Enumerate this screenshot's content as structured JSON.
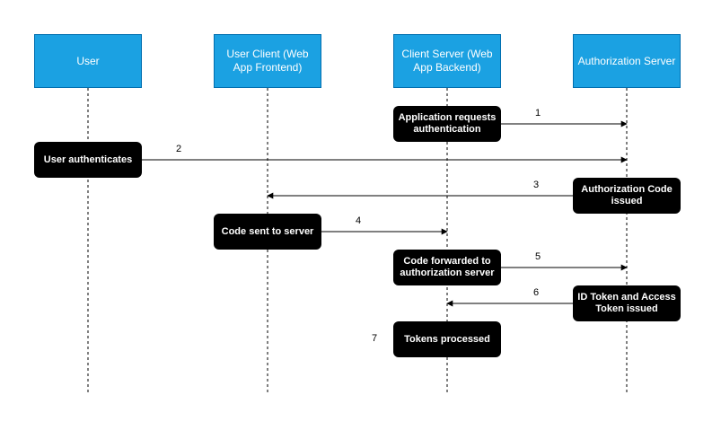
{
  "actors": [
    {
      "id": "user",
      "label": "User"
    },
    {
      "id": "client",
      "label": "User Client (Web App Frontend)"
    },
    {
      "id": "server",
      "label": "Client Server (Web App Backend)"
    },
    {
      "id": "auth",
      "label": "Authorization Server"
    }
  ],
  "steps": [
    {
      "num": "1",
      "label": "Application requests authentication",
      "box_on": "server",
      "from": "server",
      "to": "auth"
    },
    {
      "num": "2",
      "label": "User authenticates",
      "box_on": "user",
      "from": "user",
      "to": "auth"
    },
    {
      "num": "3",
      "label": "Authorization Code issued",
      "box_on": "auth",
      "from": "auth",
      "to": "client"
    },
    {
      "num": "4",
      "label": "Code sent to server",
      "box_on": "client",
      "from": "client",
      "to": "server"
    },
    {
      "num": "5",
      "label": "Code forwarded to authorization server",
      "box_on": "server",
      "from": "server",
      "to": "auth"
    },
    {
      "num": "6",
      "label": "ID Token and Access Token issued",
      "box_on": "auth",
      "from": "auth",
      "to": "server"
    },
    {
      "num": "7",
      "label": "Tokens processed",
      "box_on": "server",
      "from": null,
      "to": null
    }
  ],
  "colors": {
    "actor_fill": "#1ba1e2",
    "actor_border": "#006eaf",
    "step_fill": "#000000",
    "arrow": "#000000"
  }
}
